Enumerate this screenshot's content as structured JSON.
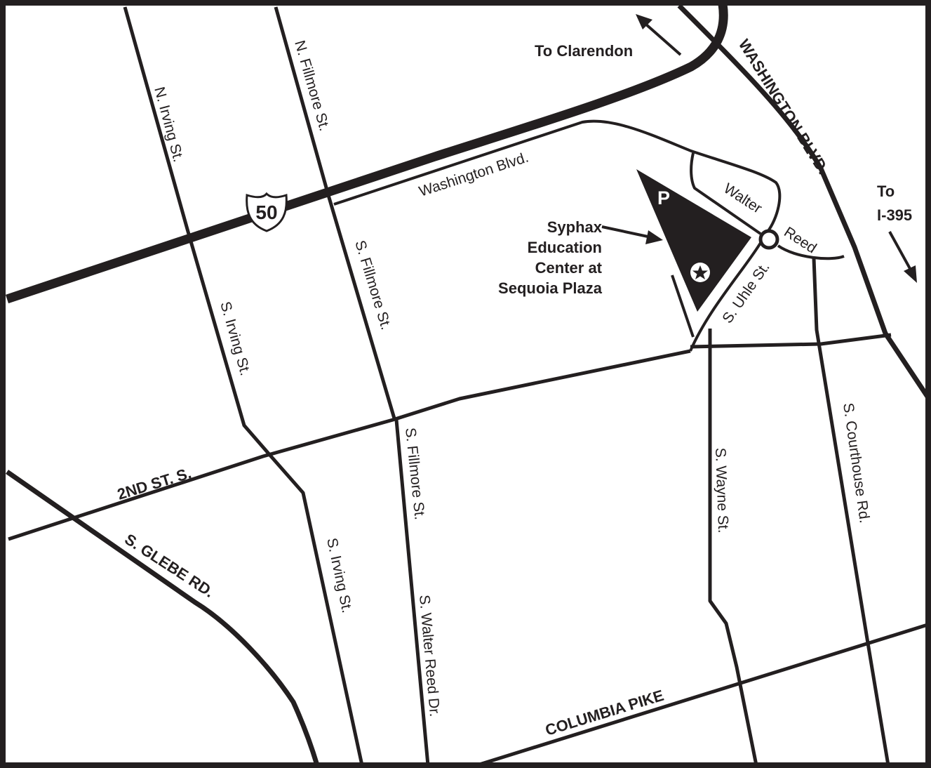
{
  "colors": {
    "ink": "#231f20",
    "paper": "#ffffff"
  },
  "roads": {
    "us50": "50",
    "washington_blvd_major": "WASHINGTON BLVD.",
    "washington_blvd": "Washington Blvd.",
    "n_irving": "N. Irving St.",
    "s_irving_upper": "S. Irving St.",
    "s_irving_lower": "S. Irving St.",
    "n_fillmore": "N. Fillmore St.",
    "s_fillmore_upper": "S. Fillmore St.",
    "s_fillmore_lower": "S. Fillmore St.",
    "s_walter_reed_dr": "S. Walter Reed Dr.",
    "walter": "Walter",
    "reed": "Reed",
    "s_uhle": "S. Uhle St.",
    "s_wayne": "S. Wayne St.",
    "s_courthouse": "S. Courthouse Rd.",
    "second_st": "2ND ST. S.",
    "s_glebe": "S. GLEBE RD.",
    "columbia_pike": "COLUMBIA PIKE"
  },
  "destinations": {
    "clarendon": "To Clarendon",
    "i395_line1": "To",
    "i395_line2": "I-395"
  },
  "landmark": {
    "line1": "Syphax",
    "line2": "Education",
    "line3": "Center at",
    "line4": "Sequoia Plaza",
    "parking": "P",
    "marker_icon": "star-in-circle"
  }
}
